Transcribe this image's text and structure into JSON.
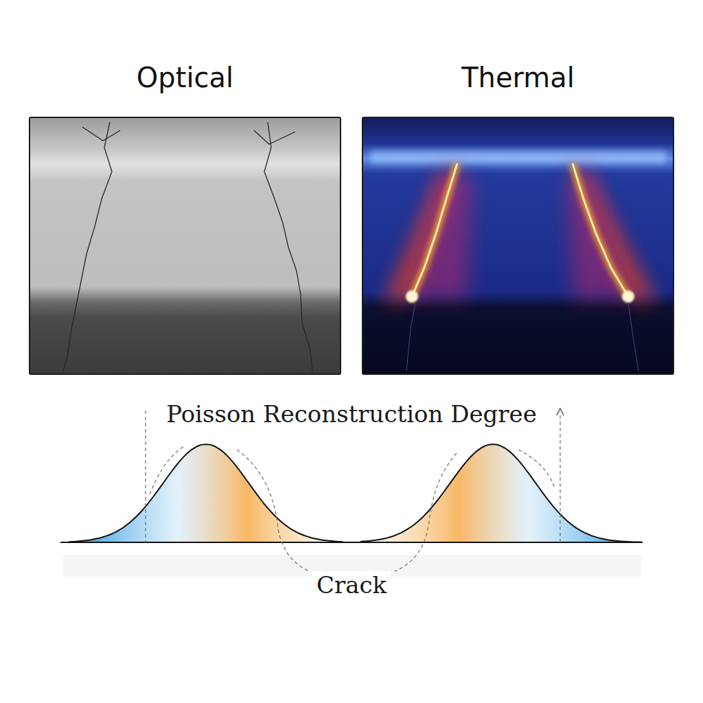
{
  "diagram": {
    "nodes": [
      {
        "text": [
          "Optical"
        ]
      },
      {
        "text": [
          "Thermal"
        ]
      }
    ],
    "labels": [
      "Poisson Reconstruction Degree",
      "Crack"
    ]
  }
}
